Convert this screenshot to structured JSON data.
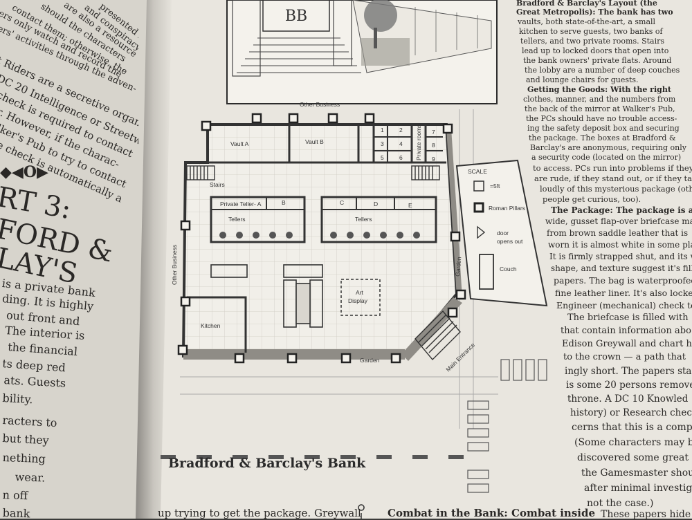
{
  "left_page": {
    "top_rotated": [
      "presented in",
      "and conspiracy",
      "are also a resource",
      "should the characters",
      "contact them; otherwise, the",
      "ers only watch and record the",
      "ers' activities through the adven-"
    ],
    "middle_rotated": [
      "t Riders are a secretive organi-",
      "DC 20 Intelligence or Streetwise",
      "check is required to contact",
      "r. However, if the charac-",
      "lker's Pub to try to contact",
      "e check is automatically a"
    ],
    "part_heading": [
      "RT 3:",
      "FORD &",
      "LAY'S"
    ],
    "body": [
      "is a private bank",
      "ding. It is highly",
      "out front and",
      "The interior is",
      "the financial",
      "ts deep red",
      "ats. Guests",
      "bility.",
      "racters to",
      "but they",
      "nething",
      "wear.",
      "n off",
      "bank"
    ]
  },
  "map": {
    "other_business_top": "Other Business",
    "other_business_left": "Other Business",
    "vault_a": "Vault A",
    "vault_b": "Vault B",
    "safety_boxes": [
      "1",
      "2",
      "3",
      "4",
      "5",
      "6",
      "7",
      "8",
      "9"
    ],
    "private_rooms": "Private rooms",
    "stairs": "Stairs",
    "private_teller": "Private Teller- A",
    "teller_rooms": [
      "B",
      "C",
      "D",
      "E"
    ],
    "tellers_left": "Tellers",
    "tellers_right": "Tellers",
    "art_display": [
      "Art",
      "Display"
    ],
    "kitchen": "Kitchen",
    "garden_bottom": "Garden",
    "garden_right": "Garden",
    "main_entrance": "Main Entrance",
    "title": "Bradford & Barclay's Bank",
    "legend": {
      "scale": "SCALE",
      "scale_value": "=5ft",
      "pillars": "Roman Pillars",
      "door": [
        "door",
        "opens out"
      ],
      "couch": "Couch"
    }
  },
  "right_page": {
    "lines": [
      {
        "text": "Bradford & Barclay's Layout (the",
        "bold": true
      },
      {
        "text": "Great Metropolis): The bank has two",
        "bold": false
      },
      {
        "text": "vaults, both state-of-the-art, a small",
        "bold": false
      },
      {
        "text": "kitchen to serve guests, two banks of",
        "bold": false
      },
      {
        "text": "tellers, and two private rooms. Stairs",
        "bold": false
      },
      {
        "text": "lead up to locked doors that open into",
        "bold": false
      },
      {
        "text": "the bank owners' private flats. Around",
        "bold": false
      },
      {
        "text": "the lobby are a number of deep couches",
        "bold": false
      },
      {
        "text": "and lounge chairs for guests.",
        "bold": false
      },
      {
        "text": "Getting the Goods: With the right",
        "bold": false
      },
      {
        "text": "clothes, manner, and the numbers from",
        "bold": false
      },
      {
        "text": "the back of the mirror at Walker's Pub,",
        "bold": false
      },
      {
        "text": "the PCs should have no trouble access-",
        "bold": false
      },
      {
        "text": "ing the safety deposit box and securing",
        "bold": false
      },
      {
        "text": "the package. The boxes at Bradford &",
        "bold": false
      },
      {
        "text": "Barclay's are anonymous, requiring only",
        "bold": false
      },
      {
        "text": "a security code (located on the mirror)",
        "bold": false
      },
      {
        "text": "to access. PCs run into problems if they",
        "bold": false
      },
      {
        "text": "are rude, if they stand out, or if they talk",
        "bold": false
      },
      {
        "text": "loudly of this mysterious package (other",
        "bold": false
      },
      {
        "text": "people get curious, too).",
        "bold": false
      },
      {
        "text": "The Package: The package is an old",
        "bold": false
      },
      {
        "text": "wide, gusset flap-over briefcase ma",
        "bold": false
      },
      {
        "text": "from brown saddle leather that is",
        "bold": false
      },
      {
        "text": "worn it is almost white in some pla",
        "bold": false
      },
      {
        "text": "It is firmly strapped shut, and its we",
        "bold": false
      },
      {
        "text": "shape, and texture suggest it's filled",
        "bold": false
      },
      {
        "text": "papers. The bag is waterproofed w",
        "bold": false
      },
      {
        "text": "fine leather liner. It's also locked (",
        "bold": false
      },
      {
        "text": "Engineer (mechanical) check to",
        "bold": false
      },
      {
        "text": "The briefcase is filled with",
        "bold": false
      },
      {
        "text": "that contain information abo",
        "bold": false
      },
      {
        "text": "Edison Greywall and chart hi",
        "bold": false
      },
      {
        "text": "to the crown — a path that",
        "bold": false
      },
      {
        "text": "ingly short. The papers sta",
        "bold": false
      },
      {
        "text": "is some 20 persons remove",
        "bold": false
      },
      {
        "text": "throne. A DC 10 Knowled",
        "bold": false
      },
      {
        "text": "history) or Research check",
        "bold": false
      },
      {
        "text": "cerns that this is a complet",
        "bold": false
      },
      {
        "text": "(Some characters may be",
        "bold": false
      },
      {
        "text": "discovered some great re",
        "bold": false
      },
      {
        "text": "the Gamesmaster shou",
        "bold": false
      },
      {
        "text": "after minimal investiga",
        "bold": false
      },
      {
        "text": "not the case.)",
        "bold": false
      },
      {
        "text": "These papers hide",
        "bold": false
      }
    ]
  },
  "bottom": {
    "left": "up trying to get the package. Greywall",
    "right": "Combat in the Bank: Combat inside"
  }
}
